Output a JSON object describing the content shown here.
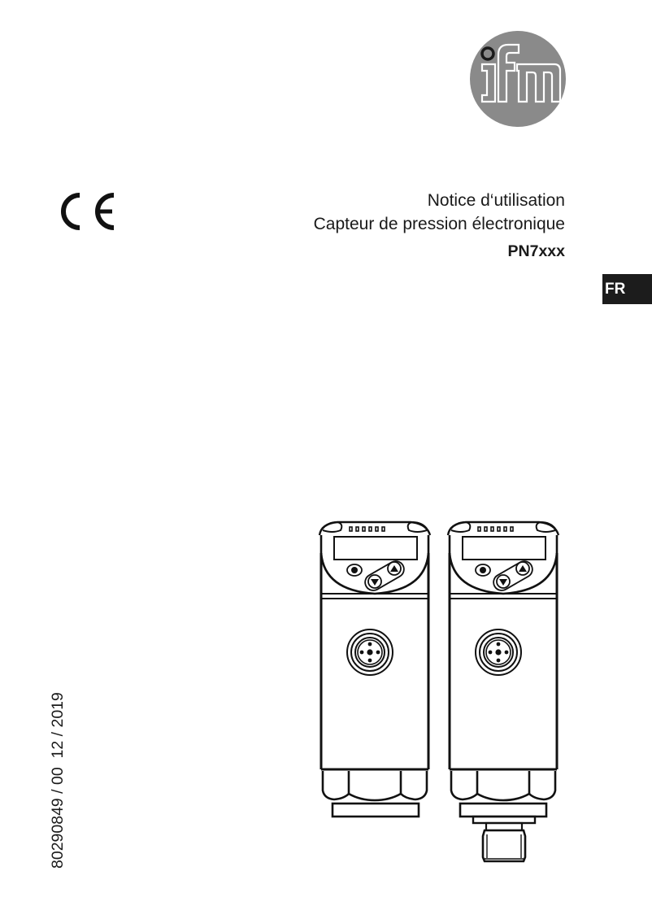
{
  "header": {
    "brand_logo": "ifm-logo",
    "brand_colors": {
      "logo_circle": "#8a8a8a",
      "logo_glyph": "#ffffff",
      "logo_ring": "#1a1a1a"
    }
  },
  "certification": {
    "mark": "CE",
    "icon": "ce-mark-icon"
  },
  "title": {
    "line1": "Notice d‘utilisation",
    "line2": "Capteur de pression électronique",
    "model": "PN7xxx"
  },
  "language_tab": {
    "label": "FR",
    "background": "#1c1c1c"
  },
  "document_number": "80290849 / 00  12 / 2019",
  "illustration": {
    "description": "two-pressure-sensor-devices",
    "devices": [
      {
        "name": "sensor-with-flat-flange",
        "variant": "flush"
      },
      {
        "name": "sensor-with-threaded-connection",
        "variant": "thread"
      }
    ]
  }
}
